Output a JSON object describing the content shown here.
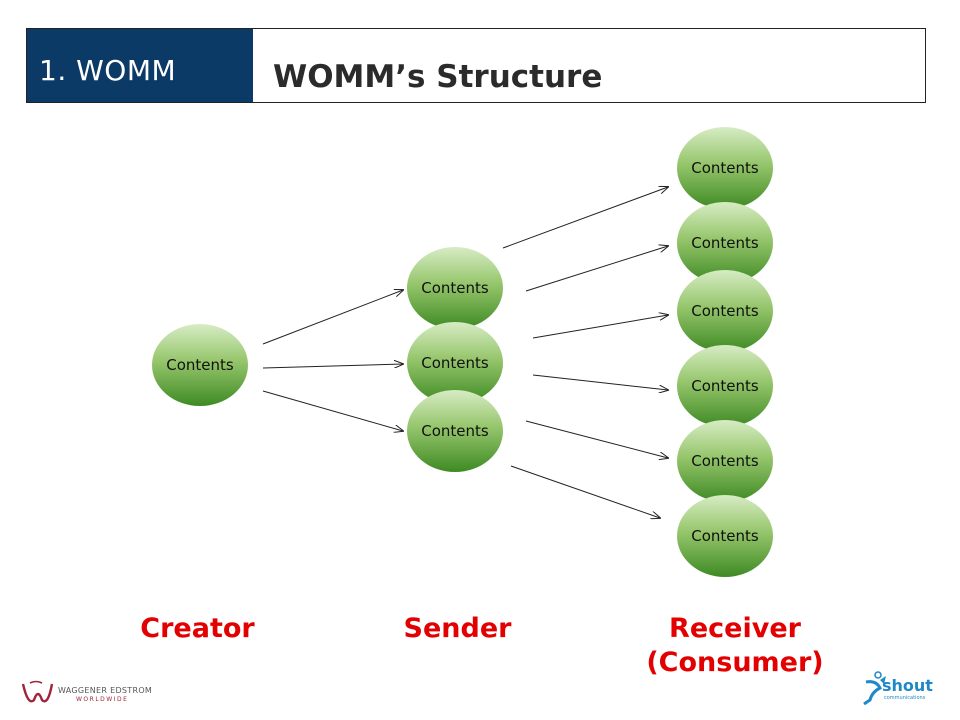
{
  "header": {
    "section": "1. WOMM",
    "title": "WOMM’s Structure"
  },
  "diagram": {
    "node_label": "Contents",
    "creator_nodes": [
      "Contents"
    ],
    "sender_nodes": [
      "Contents",
      "Contents",
      "Contents"
    ],
    "receiver_nodes": [
      "Contents",
      "Contents",
      "Contents",
      "Contents",
      "Contents",
      "Contents"
    ],
    "colors": {
      "node_top": "#d7ecc4",
      "node_mid": "#8cc060",
      "node_bottom": "#3e8a24",
      "arrow": "#222222",
      "label_red": "#e30000",
      "header_blue": "#0c3a66"
    }
  },
  "labels": {
    "creator": "Creator",
    "sender": "Sender",
    "receiver_line1": "Receiver",
    "receiver_line2": "(Consumer)"
  },
  "footer": {
    "left_logo_line1": "WAGGENER EDSTROM",
    "left_logo_line2": "WORLDWIDE",
    "right_logo_name": "shout",
    "right_logo_sub": "communications"
  }
}
